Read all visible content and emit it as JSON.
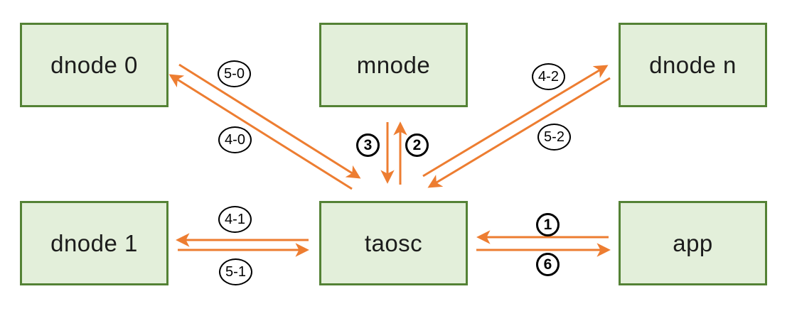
{
  "diagram": {
    "nodes": {
      "dnode0": {
        "label": "dnode 0"
      },
      "mnode": {
        "label": "mnode"
      },
      "dnoden": {
        "label": "dnode n"
      },
      "dnode1": {
        "label": "dnode 1"
      },
      "taosc": {
        "label": "taosc"
      },
      "app": {
        "label": "app"
      }
    },
    "edges": {
      "e1": {
        "label": "1",
        "from": "app",
        "to": "taosc"
      },
      "e2": {
        "label": "2",
        "from": "taosc",
        "to": "mnode"
      },
      "e3": {
        "label": "3",
        "from": "mnode",
        "to": "taosc"
      },
      "e4_0": {
        "label": "4-0",
        "from": "taosc",
        "to": "dnode 0"
      },
      "e5_0": {
        "label": "5-0",
        "from": "dnode 0",
        "to": "taosc"
      },
      "e4_1": {
        "label": "4-1",
        "from": "taosc",
        "to": "dnode 1"
      },
      "e5_1": {
        "label": "5-1",
        "from": "dnode 1",
        "to": "taosc"
      },
      "e4_2": {
        "label": "4-2",
        "from": "taosc",
        "to": "dnode n"
      },
      "e5_2": {
        "label": "5-2",
        "from": "dnode n",
        "to": "taosc"
      },
      "e6": {
        "label": "6",
        "from": "taosc",
        "to": "app"
      }
    },
    "colors": {
      "arrow": "#ed7d31",
      "node_fill": "#e3efda",
      "node_border": "#548235",
      "label_circle_border": "#000000"
    }
  }
}
